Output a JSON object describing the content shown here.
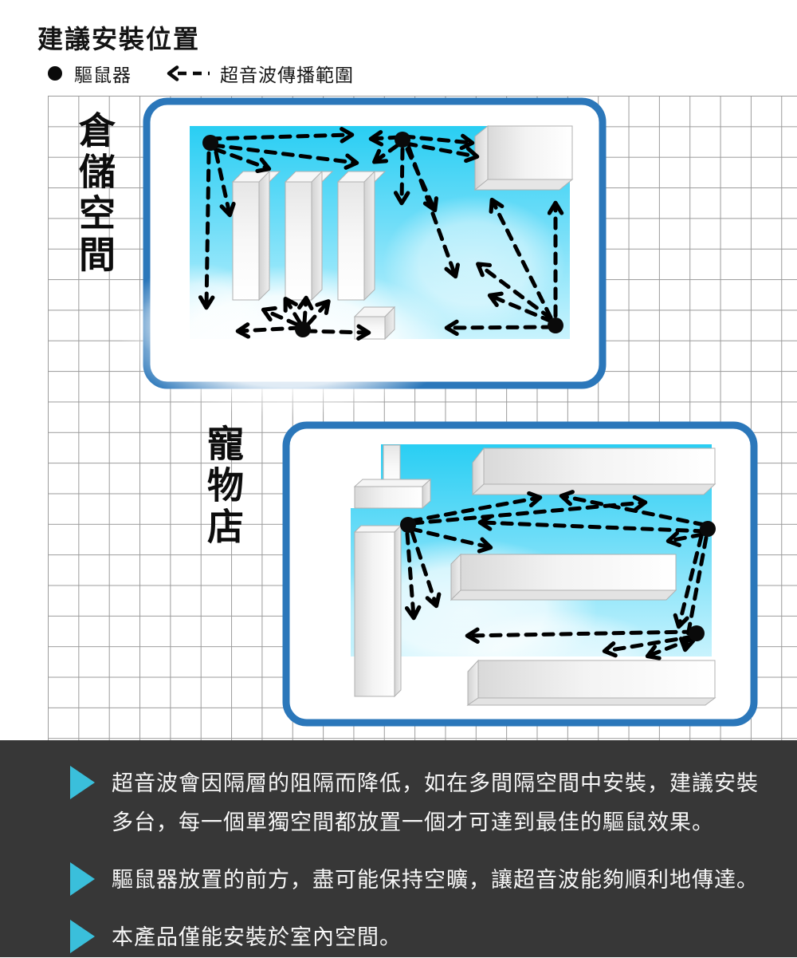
{
  "page": {
    "title": "建議安裝位置"
  },
  "legend": {
    "repeller_label": "驅鼠器",
    "range_label": "超音波傳播範圍"
  },
  "diagrams": {
    "warehouse": {
      "label": "倉儲空間"
    },
    "petshop": {
      "label": "寵物店"
    }
  },
  "notes": [
    {
      "text": "超音波會因隔層的阻隔而降低，如在多間隔空間中安裝，建議安裝多台，每一個單獨空間都放置一個才可達到最佳的驅鼠效果。"
    },
    {
      "text": "驅鼠器放置的前方，盡可能保持空曠，讓超音波能夠順利地傳達。"
    },
    {
      "text": "本產品僅能安裝於室內空間。"
    }
  ],
  "colors": {
    "border_blue": "#2b77ba",
    "ultrasound_cyan": "#2fd0f3",
    "panel_dark": "#373737",
    "bullet_cyan": "#3abfdb",
    "grid_gray": "#9b9b9b",
    "dot_black": "#0a0a0a"
  }
}
